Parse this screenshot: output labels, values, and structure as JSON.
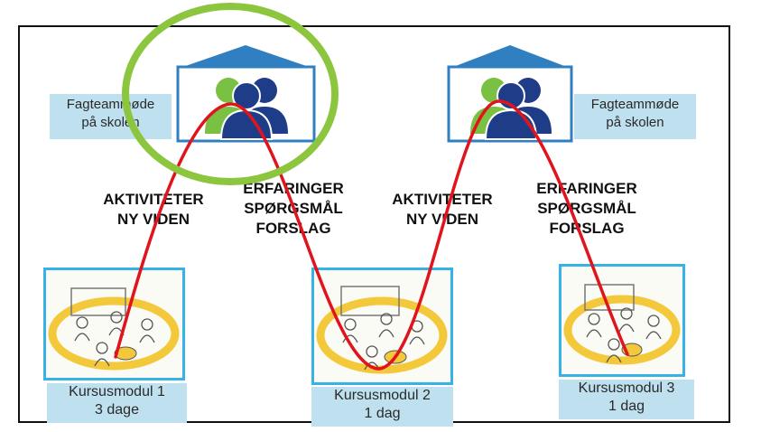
{
  "meetings": [
    {
      "lines": [
        "Fagteammøde",
        "på skolen"
      ]
    },
    {
      "lines": [
        "Fagteammøde",
        "på skolen"
      ]
    }
  ],
  "phases": [
    {
      "lines": [
        "AKTIVITETER",
        "NY VIDEN"
      ]
    },
    {
      "lines": [
        "ERFARINGER",
        "SPØRGSMÅL",
        "FORSLAG"
      ]
    },
    {
      "lines": [
        "AKTIVITETER",
        "NY VIDEN"
      ]
    },
    {
      "lines": [
        "ERFARINGER",
        "SPØRGSMÅL",
        "FORSLAG"
      ]
    }
  ],
  "modules": [
    {
      "name": "Kursusmodul 1",
      "duration": "3 dage"
    },
    {
      "name": "Kursusmodul 2",
      "duration": "1 dag"
    },
    {
      "name": "Kursusmodul 3",
      "duration": "1 dag"
    }
  ],
  "colors": {
    "wave": "#e0141c",
    "highlight_circle": "#8cc63f",
    "house_blue": "#2f7fc1",
    "person_green": "#7ac143",
    "person_navy": "#1f3c88",
    "label_bg": "#bfe0ee",
    "course_border": "#37b2e6",
    "course_ring": "#f3c83a"
  },
  "icons": [
    "meeting-house-icon",
    "people-icon",
    "classroom-icon"
  ]
}
